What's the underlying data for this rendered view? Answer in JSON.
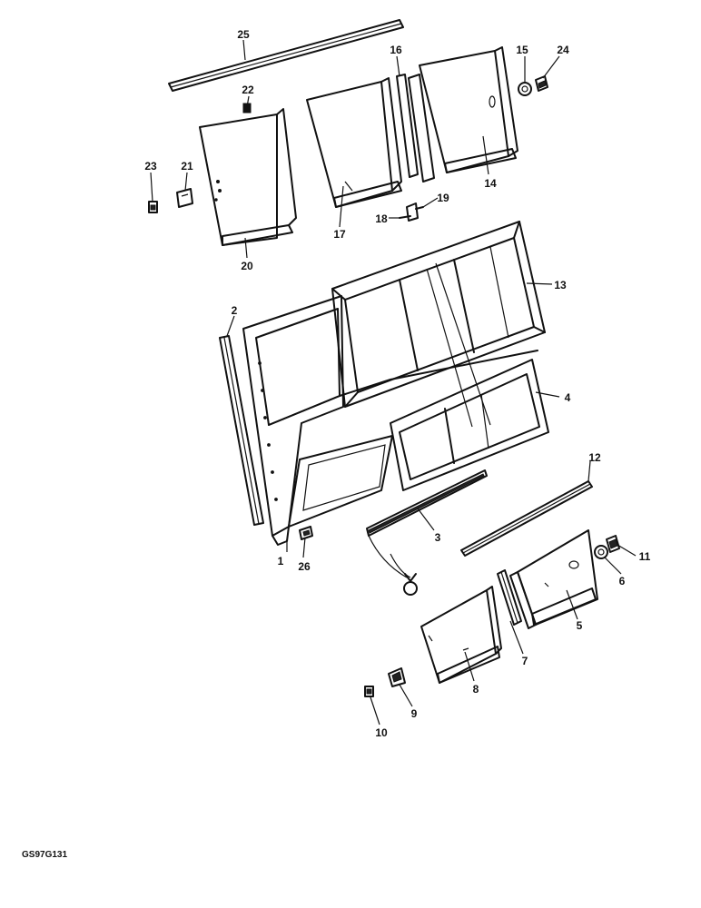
{
  "callouts": [
    "1",
    "2",
    "3",
    "4",
    "5",
    "6",
    "7",
    "8",
    "9",
    "10",
    "11",
    "12",
    "13",
    "14",
    "15",
    "16",
    "17",
    "18",
    "19",
    "20",
    "21",
    "22",
    "23",
    "24",
    "25",
    "26"
  ],
  "drawing_code": "GS97G131"
}
